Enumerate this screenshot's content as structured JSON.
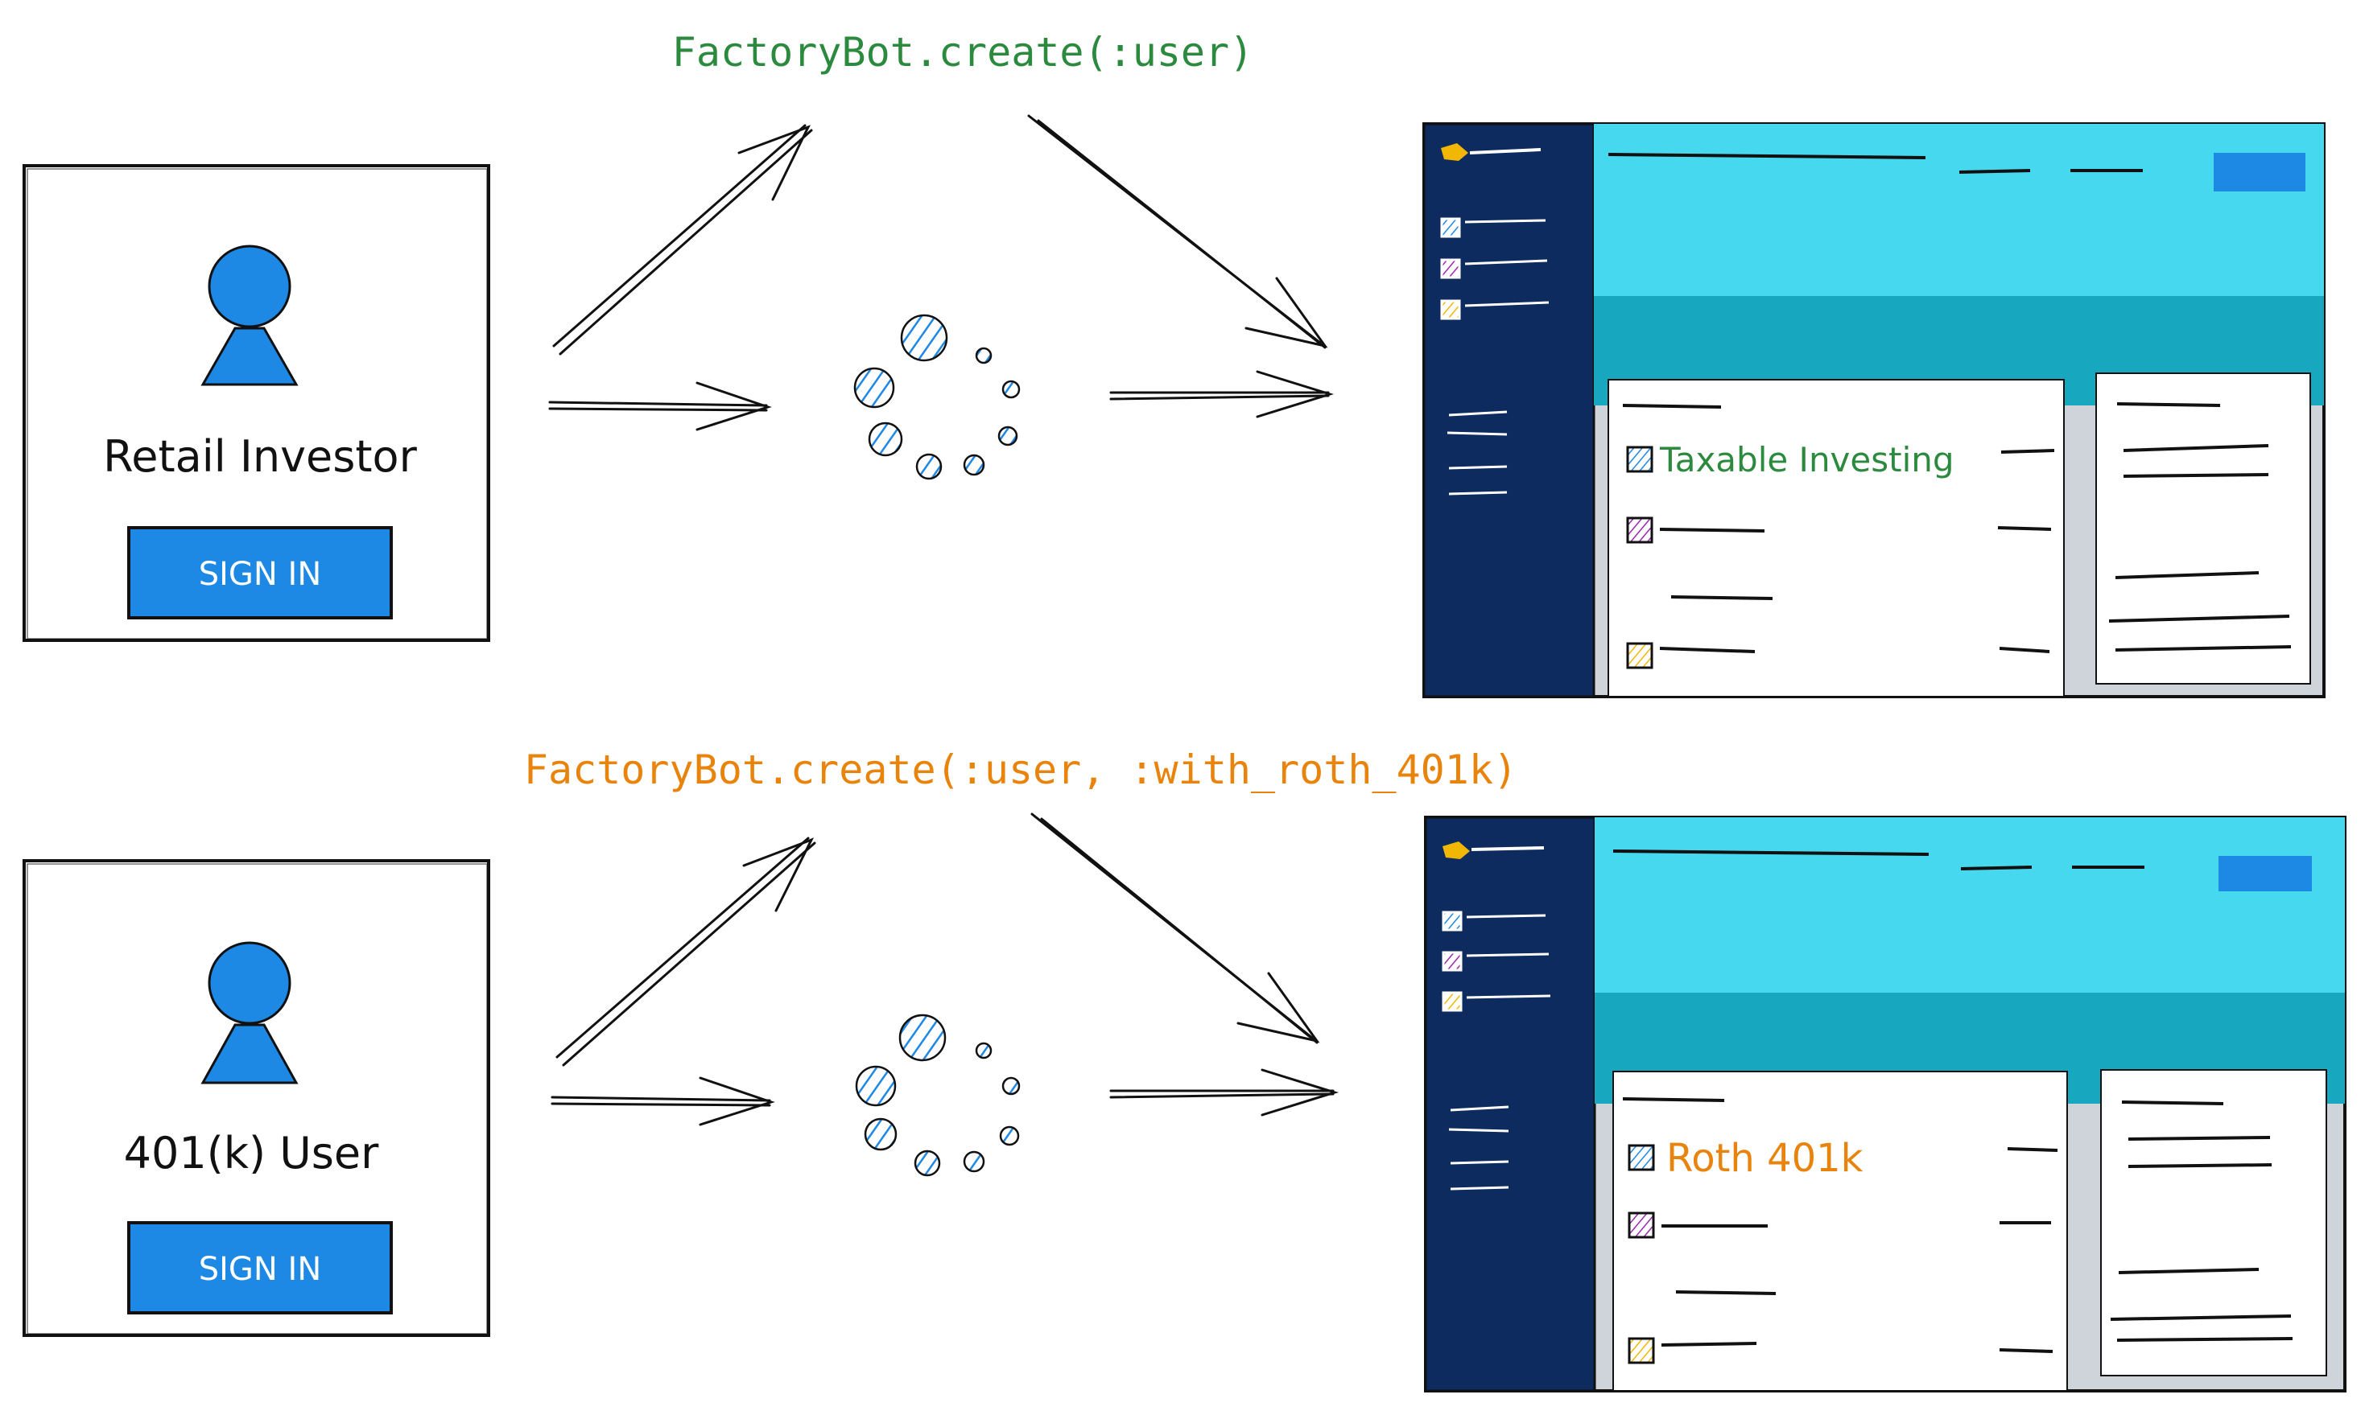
{
  "colors": {
    "ink": "#111111",
    "blue": "#1e88e5",
    "navy": "#0d2b5e",
    "cyan": "#45d8ee",
    "teal": "#17a7bf",
    "grey": "#cfd3da",
    "green": "#2b8a3e",
    "orange": "#e8830c",
    "purple": "#9c27b0",
    "yellow": "#f2b705"
  },
  "top": {
    "code_label": "FactoryBot.create(:user)",
    "user_label": "Retail Investor",
    "button_label": "SIGN IN",
    "account_label": "Taxable Investing",
    "accent": "#2b8a3e"
  },
  "bottom": {
    "code_label": "FactoryBot.create(:user, :with_roth_401k)",
    "user_label": "401(k) User",
    "button_label": "SIGN IN",
    "account_label": "Roth 401k",
    "accent": "#e8830c"
  },
  "icons": {
    "person": "person-icon",
    "spinner": "loading-spinner-icon",
    "arrow": "arrow-icon",
    "checkbox": "checkbox-icon",
    "logo": "app-logo-icon"
  }
}
